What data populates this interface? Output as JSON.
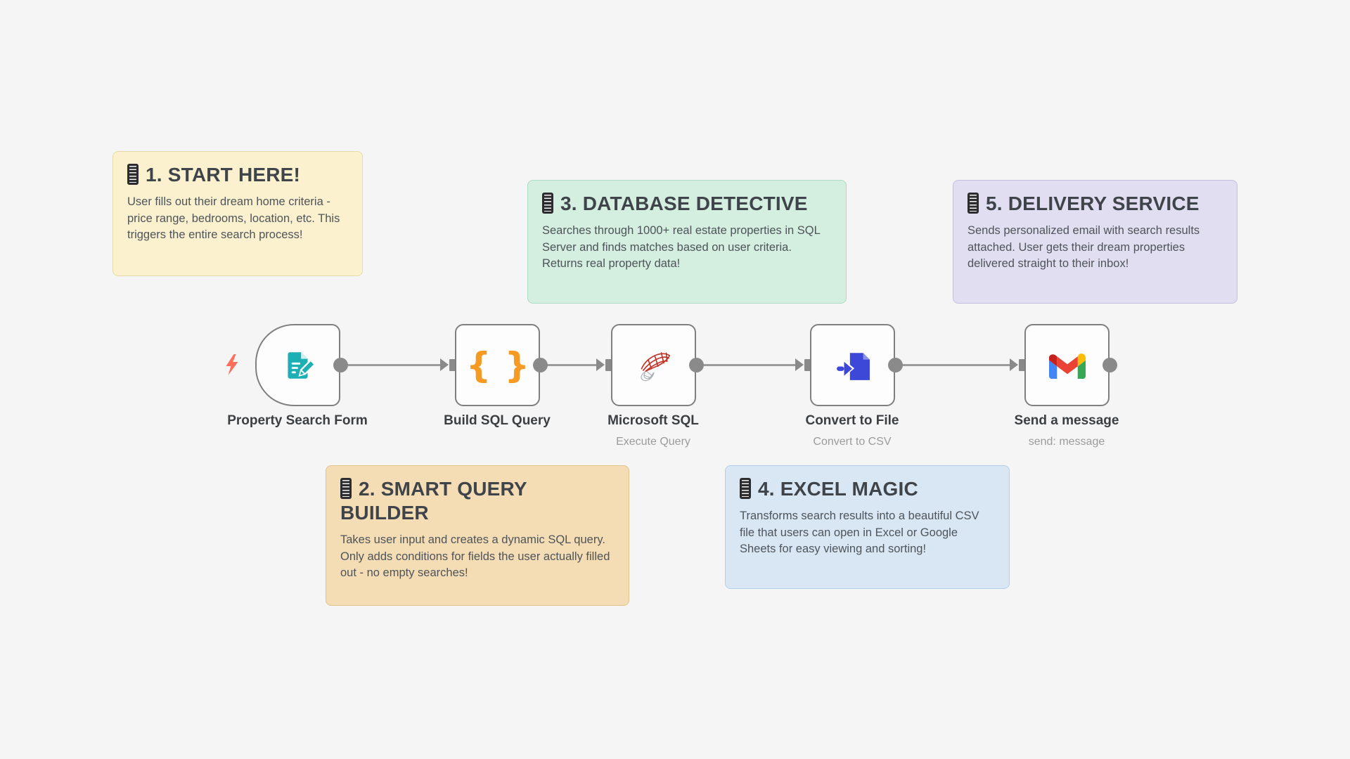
{
  "canvas": {
    "background_color": "#F5F5F6",
    "type": "workflow-editor-canvas"
  },
  "trigger_hint": {
    "icon": "lightning-bolt-icon",
    "color": "#FF6F5B"
  },
  "sticky_notes": [
    {
      "name": "start-here",
      "marker_icon": "missing-emoji-glyph",
      "title": "1. START HERE!",
      "body": "User fills out their dream home criteria - price range, bedrooms, location, etc. This triggers the entire search process!",
      "bg": "#FBF1CF",
      "border": "#E7DAA9"
    },
    {
      "name": "smart-query-builder",
      "marker_icon": "missing-emoji-glyph",
      "title": "2. SMART QUERY BUILDER",
      "body": "Takes user input and creates a dynamic SQL query. Only adds conditions for fields the user actually filled out - no empty searches!",
      "bg": "#F4DDB4",
      "border": "#E2C48D"
    },
    {
      "name": "database-detective",
      "marker_icon": "missing-emoji-glyph",
      "title": "3. DATABASE DETECTIVE",
      "body": "Searches through 1000+ real estate properties in SQL Server and finds matches based on user criteria. Returns real property data!",
      "bg": "#D4EEDF",
      "border": "#ABDCC1"
    },
    {
      "name": "excel-magic",
      "marker_icon": "missing-emoji-glyph",
      "title": "4. EXCEL MAGIC",
      "body": "Transforms search results into a beautiful CSV file that users can open in Excel or Google Sheets for easy viewing and sorting!",
      "bg": "#D9E7F5",
      "border": "#B3CEE9"
    },
    {
      "name": "delivery-service",
      "marker_icon": "missing-emoji-glyph",
      "title": "5. DELIVERY SERVICE",
      "body": "Sends personalized email with search results attached. User gets their dream properties delivered straight to their inbox!",
      "bg": "#E2DEF1",
      "border": "#C6BDE1"
    }
  ],
  "nodes": [
    {
      "label": "Property Search Form",
      "subtitle": "",
      "icon": "form-edit-icon",
      "icon_color": "#1CB0B4",
      "type": "trigger"
    },
    {
      "label": "Build SQL Query",
      "subtitle": "",
      "icon": "code-braces-icon",
      "icon_color": "#F59B23",
      "type": "action"
    },
    {
      "label": "Microsoft SQL",
      "subtitle": "Execute Query",
      "icon": "mssql-server-icon",
      "icon_color": "#C23327",
      "type": "action"
    },
    {
      "label": "Convert to File",
      "subtitle": "Convert to CSV",
      "icon": "file-import-icon",
      "icon_color": "#3D48D8",
      "type": "action"
    },
    {
      "label": "Send a message",
      "subtitle": "send: message",
      "icon": "gmail-icon",
      "icon_color": "#EA4335",
      "type": "action"
    }
  ],
  "connector_color": "#8A8A8A"
}
